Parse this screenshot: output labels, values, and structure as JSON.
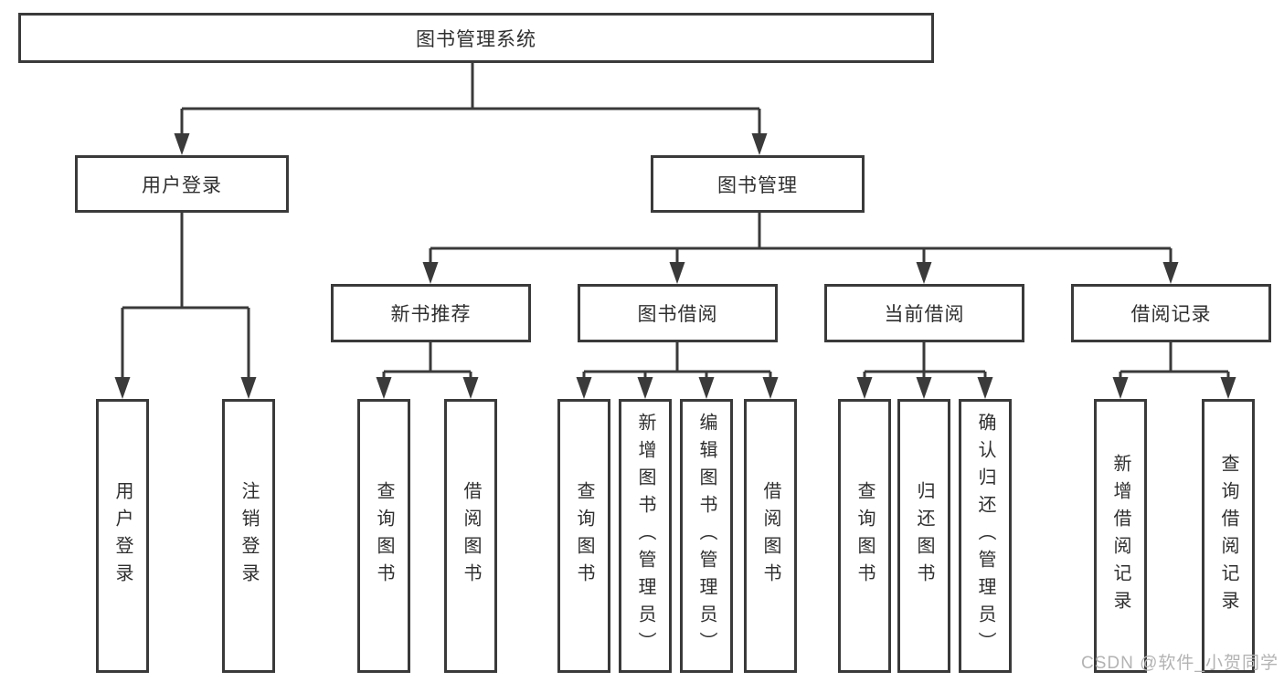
{
  "colors": {
    "line": "#3a3a3a",
    "text": "#2f2f2f",
    "watermark": "#b3b3b3",
    "background": "#ffffff"
  },
  "tree": {
    "root": "图书管理系统",
    "branches": [
      {
        "label": "用户登录",
        "children": [
          "用户登录",
          "注销登录"
        ]
      },
      {
        "label": "图书管理",
        "children": [
          {
            "label": "新书推荐",
            "children": [
              "查询图书",
              "借阅图书"
            ]
          },
          {
            "label": "图书借阅",
            "children": [
              "查询图书",
              "新增图书（管理员）",
              "编辑图书（管理员）",
              "借阅图书"
            ]
          },
          {
            "label": "当前借阅",
            "children": [
              "查询图书",
              "归还图书",
              "确认归还（管理员）"
            ]
          },
          {
            "label": "借阅记录",
            "children": [
              "新增借阅记录",
              "查询借阅记录"
            ]
          }
        ]
      }
    ]
  },
  "watermark": {
    "text": "CSDN @软件_小贺同学"
  }
}
